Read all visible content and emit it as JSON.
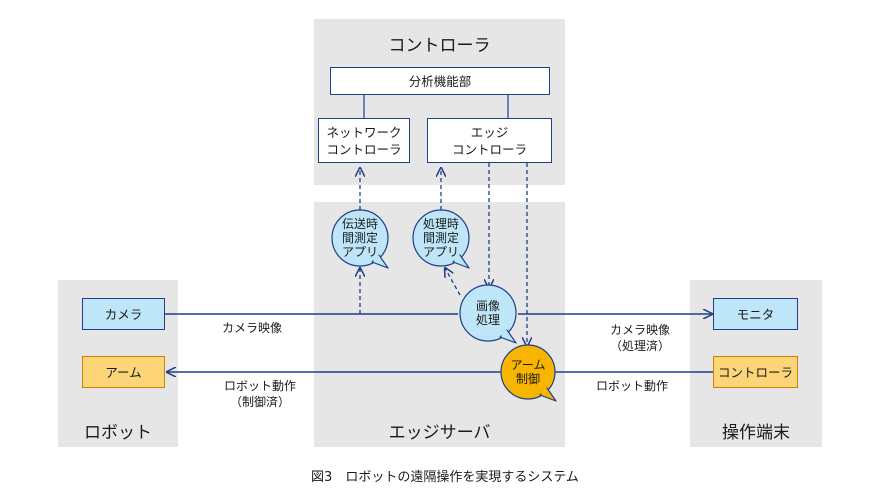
{
  "controller_panel": {
    "title": "コントローラ",
    "analysis_unit": "分析機能部",
    "network_controller": [
      "ネットワーク",
      "コントローラ"
    ],
    "edge_controller": [
      "エッジ",
      "コントローラ"
    ]
  },
  "edge_server_panel": {
    "title": "エッジサーバ",
    "transmission_time_app": [
      "伝送時",
      "間測定",
      "アプリ"
    ],
    "processing_time_app": [
      "処理時",
      "間測定",
      "アプリ"
    ],
    "image_processing": [
      "画像",
      "処理"
    ],
    "arm_control": [
      "アーム",
      "制御"
    ]
  },
  "robot_panel": {
    "title": "ロボット",
    "camera": "カメラ",
    "arm": "アーム"
  },
  "terminal_panel": {
    "title": "操作端末",
    "monitor": "モニタ",
    "controller": "コントローラ"
  },
  "flow_labels": {
    "camera_video": "カメラ映像",
    "camera_video_processed": [
      "カメラ映像",
      "（処理済）"
    ],
    "robot_motion_controlled": [
      "ロボット動作",
      "（制御済）"
    ],
    "robot_motion": "ロボット動作"
  },
  "caption": "図3　ロボットの遠隔操作を実現するシステム",
  "colors": {
    "panel_bg": "#e6e6e6",
    "line_navy": "#1f3f8a",
    "blue_fill": "#bfe6f8",
    "orange_fill": "#fcd579",
    "orange_stroke": "#c98400"
  }
}
